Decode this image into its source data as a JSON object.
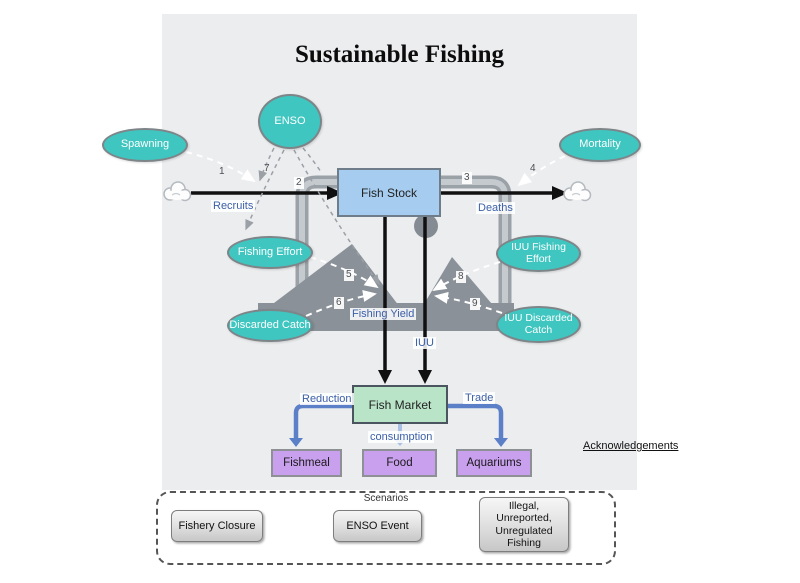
{
  "title": "Sustainable Fishing",
  "variables": {
    "spawning": "Spawning",
    "enso": "ENSO",
    "mortality": "Mortality",
    "fishing_effort": "Fishing Effort",
    "discarded_catch": "Discarded Catch",
    "iuu_fishing_effort": "IUU Fishing Effort",
    "iuu_discarded_catch": "IUU Discarded Catch"
  },
  "stocks": {
    "fish_stock": "Fish Stock",
    "fish_market": "Fish Market"
  },
  "flows": {
    "recruits": "Recruits",
    "deaths": "Deaths",
    "fishing_yield": "Fishing Yield",
    "iuu": "IUU"
  },
  "links": {
    "reduction": "Reduction",
    "trade": "Trade",
    "consumption": "consumption"
  },
  "sinks": {
    "fishmeal": "Fishmeal",
    "food": "Food",
    "aquariums": "Aquariums"
  },
  "link_numbers": [
    "1",
    "2",
    "3",
    "4",
    "5",
    "6",
    "7",
    "8",
    "9"
  ],
  "acknowledgements": "Acknowledgements",
  "scenarios": {
    "label": "Scenarios",
    "buttons": [
      "Fishery Closure",
      "ENSO Event",
      "Illegal,\nUnreported,\nUnregulated\nFishing"
    ]
  },
  "colors": {
    "panel_bg": "#ecedef",
    "variable_fill": "#3fc6c0",
    "stock_fill": "#a6cdf0",
    "market_fill": "#b9e4c8",
    "sink_fill": "#c9a0ee",
    "flow_label_blue": "#3c5fa8",
    "link_arrow_blue": "#5b80c8",
    "mountain_gray": "#8a9199",
    "pipe_gray": "#9aa1a7"
  }
}
